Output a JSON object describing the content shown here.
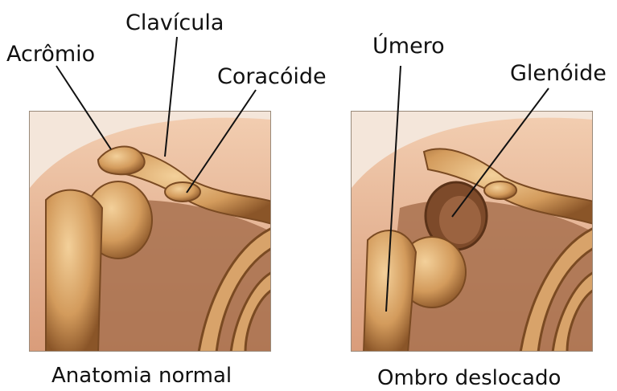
{
  "labels": {
    "acromio": "Acrômio",
    "clavicula": "Clavícula",
    "coracoide": "Coracóide",
    "umero": "Úmero",
    "glenoide": "Glenóide"
  },
  "captions": {
    "left": "Anatomia normal",
    "right": "Ombro deslocado"
  },
  "colors": {
    "skin": "#e8b898",
    "bone": "#d9a86a",
    "bone_shadow": "#8a5a30",
    "muscle": "#b07a55",
    "background": "#ffffff"
  }
}
